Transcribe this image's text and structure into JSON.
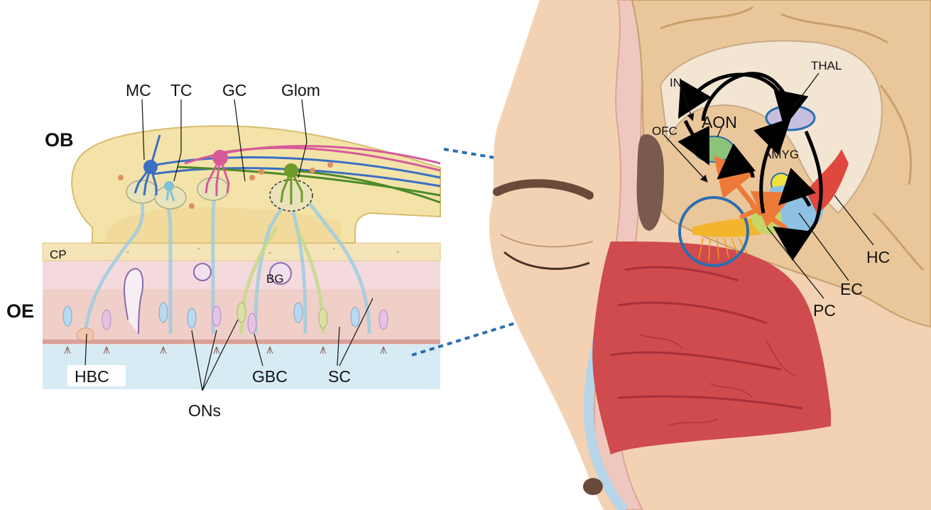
{
  "left_panel": {
    "ob": "OB",
    "oe": "OE",
    "mc": "MC",
    "tc": "TC",
    "gc": "GC",
    "glom": "Glom",
    "cp": "CP",
    "bg": "BG",
    "hbc": "HBC",
    "gbc": "GBC",
    "sc": "SC",
    "ons": "ONs"
  },
  "right_panel": {
    "in": "IN",
    "thal": "THAL",
    "ofc": "OFC",
    "aon": "AON",
    "amyg": "AMYG",
    "hc": "HC",
    "ec": "EC",
    "pc": "PC"
  },
  "colors": {
    "bulb": "#f3e3a8",
    "mitral": "#3b6fc4",
    "tufted": "#7fc2d6",
    "granule": "#d65a9a",
    "glom_cell": "#6e9a2a",
    "epithelium_pink": "#f2d3d8",
    "lamina_blue": "#d7ebf5",
    "nasal_mucosa": "#cf4b4e",
    "skin": "#f3d2b3",
    "brain": "#e9c79a",
    "arrow_black": "#000000",
    "arrow_orange": "#ee7a3a",
    "dashed_blue": "#2a6fb0"
  }
}
